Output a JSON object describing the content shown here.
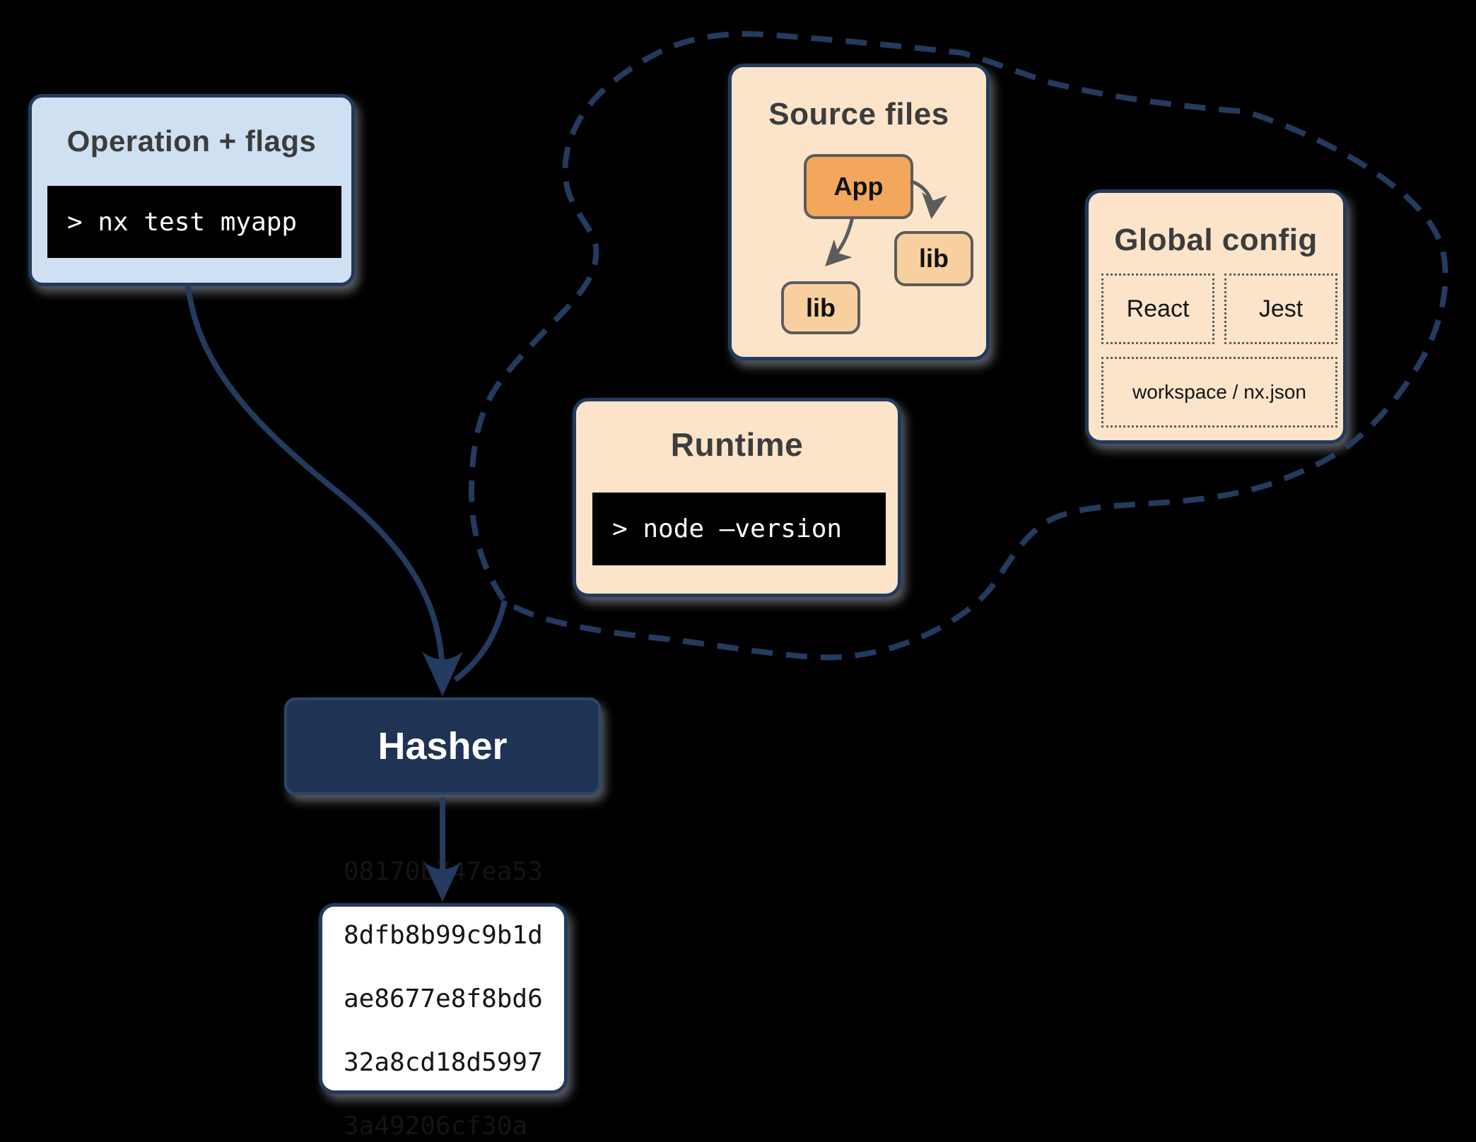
{
  "operation": {
    "title": "Operation + flags",
    "command": "> nx test myapp"
  },
  "source_files": {
    "title": "Source files",
    "app_label": "App",
    "lib1_label": "lib",
    "lib2_label": "lib"
  },
  "runtime": {
    "title": "Runtime",
    "command": "> node –version"
  },
  "global_config": {
    "title": "Global config",
    "item_react": "React",
    "item_jest": "Jest",
    "item_workspace": "workspace / nx.json"
  },
  "hasher": {
    "label": "Hasher"
  },
  "hash_output": {
    "lines": [
      "08170b747ea53",
      "8dfb8b99c9b1d",
      "ae8677e8f8bd6",
      "32a8cd18d5997",
      "3a49206cf30a"
    ]
  },
  "colors": {
    "background": "#000000",
    "navy": "#223a5e",
    "hasher_fill": "#1f3354",
    "light_blue": "#cfe0f2",
    "peach": "#fbe4c9",
    "app_orange": "#f2a75c",
    "lib_orange": "#f8d0a0",
    "terminal_bg": "#000000",
    "terminal_text": "#ffffff",
    "title_text": "#3c3c3c",
    "node_border_gray": "#5c5c5c"
  }
}
